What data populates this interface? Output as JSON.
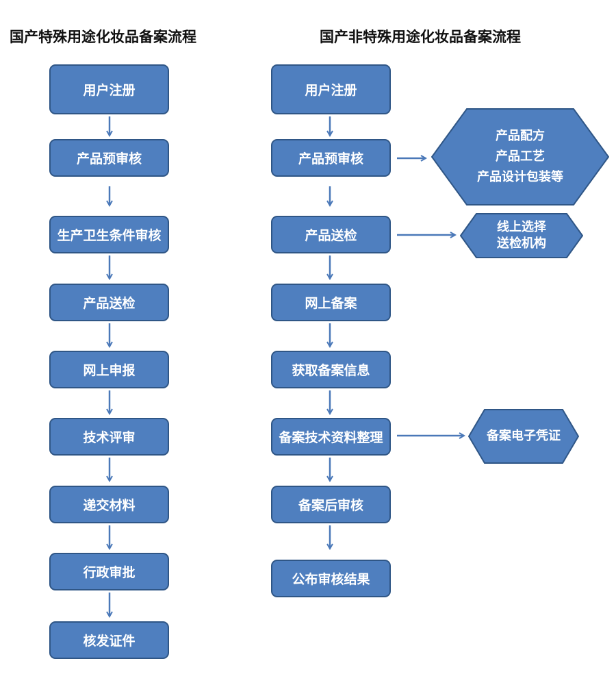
{
  "left": {
    "title": "国产特殊用途化妆品备案流程",
    "steps": [
      "用户注册",
      "产品预审核",
      "生产卫生条件审核",
      "产品送检",
      "网上申报",
      "技术评审",
      "递交材料",
      "行政审批",
      "核发证件"
    ]
  },
  "right": {
    "title": "国产非特殊用途化妆品备案流程",
    "steps": [
      "用户注册",
      "产品预审核",
      "产品送检",
      "网上备案",
      "获取备案信息",
      "备案技术资料整理",
      "备案后审核",
      "公布审核结果"
    ],
    "notes": {
      "precheck": [
        "产品配方",
        "产品工艺",
        "产品设计包装等"
      ],
      "inspection": [
        "线上选择",
        "送检机构"
      ],
      "certificate": [
        "备案电子凭证"
      ]
    }
  },
  "colors": {
    "box_fill": "#4f7fbf",
    "box_border": "#2f5686",
    "arrow": "#4a78b8",
    "text": "#ffffff"
  }
}
